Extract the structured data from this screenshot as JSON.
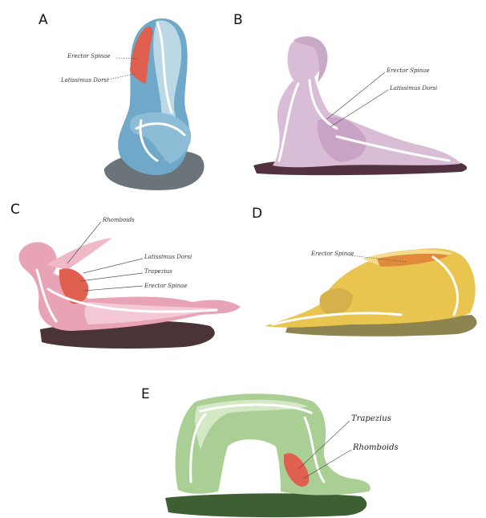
{
  "panels": [
    {
      "letter": "A",
      "pose": "seated forward fold",
      "color": "#6fa8c8",
      "labels": [
        "Erector Spinae",
        "Latissimus Dorsi"
      ]
    },
    {
      "letter": "B",
      "pose": "cobra",
      "color": "#d9bdd6",
      "labels": [
        "Erector Spinae",
        "Latissimus Dorsi"
      ]
    },
    {
      "letter": "C",
      "pose": "locust",
      "color": "#e9a3b6",
      "labels": [
        "Rhomboids",
        "Latissimus Dorsi",
        "Trapezius",
        "Erector Spinae"
      ]
    },
    {
      "letter": "D",
      "pose": "child's pose",
      "color": "#e9c550",
      "labels": [
        "Erector Spinae"
      ]
    },
    {
      "letter": "E",
      "pose": "bridge",
      "color": "#a9cf95",
      "labels": [
        "Trapezius",
        "Rhomboids"
      ]
    }
  ],
  "highlight_color": "#e0604f"
}
